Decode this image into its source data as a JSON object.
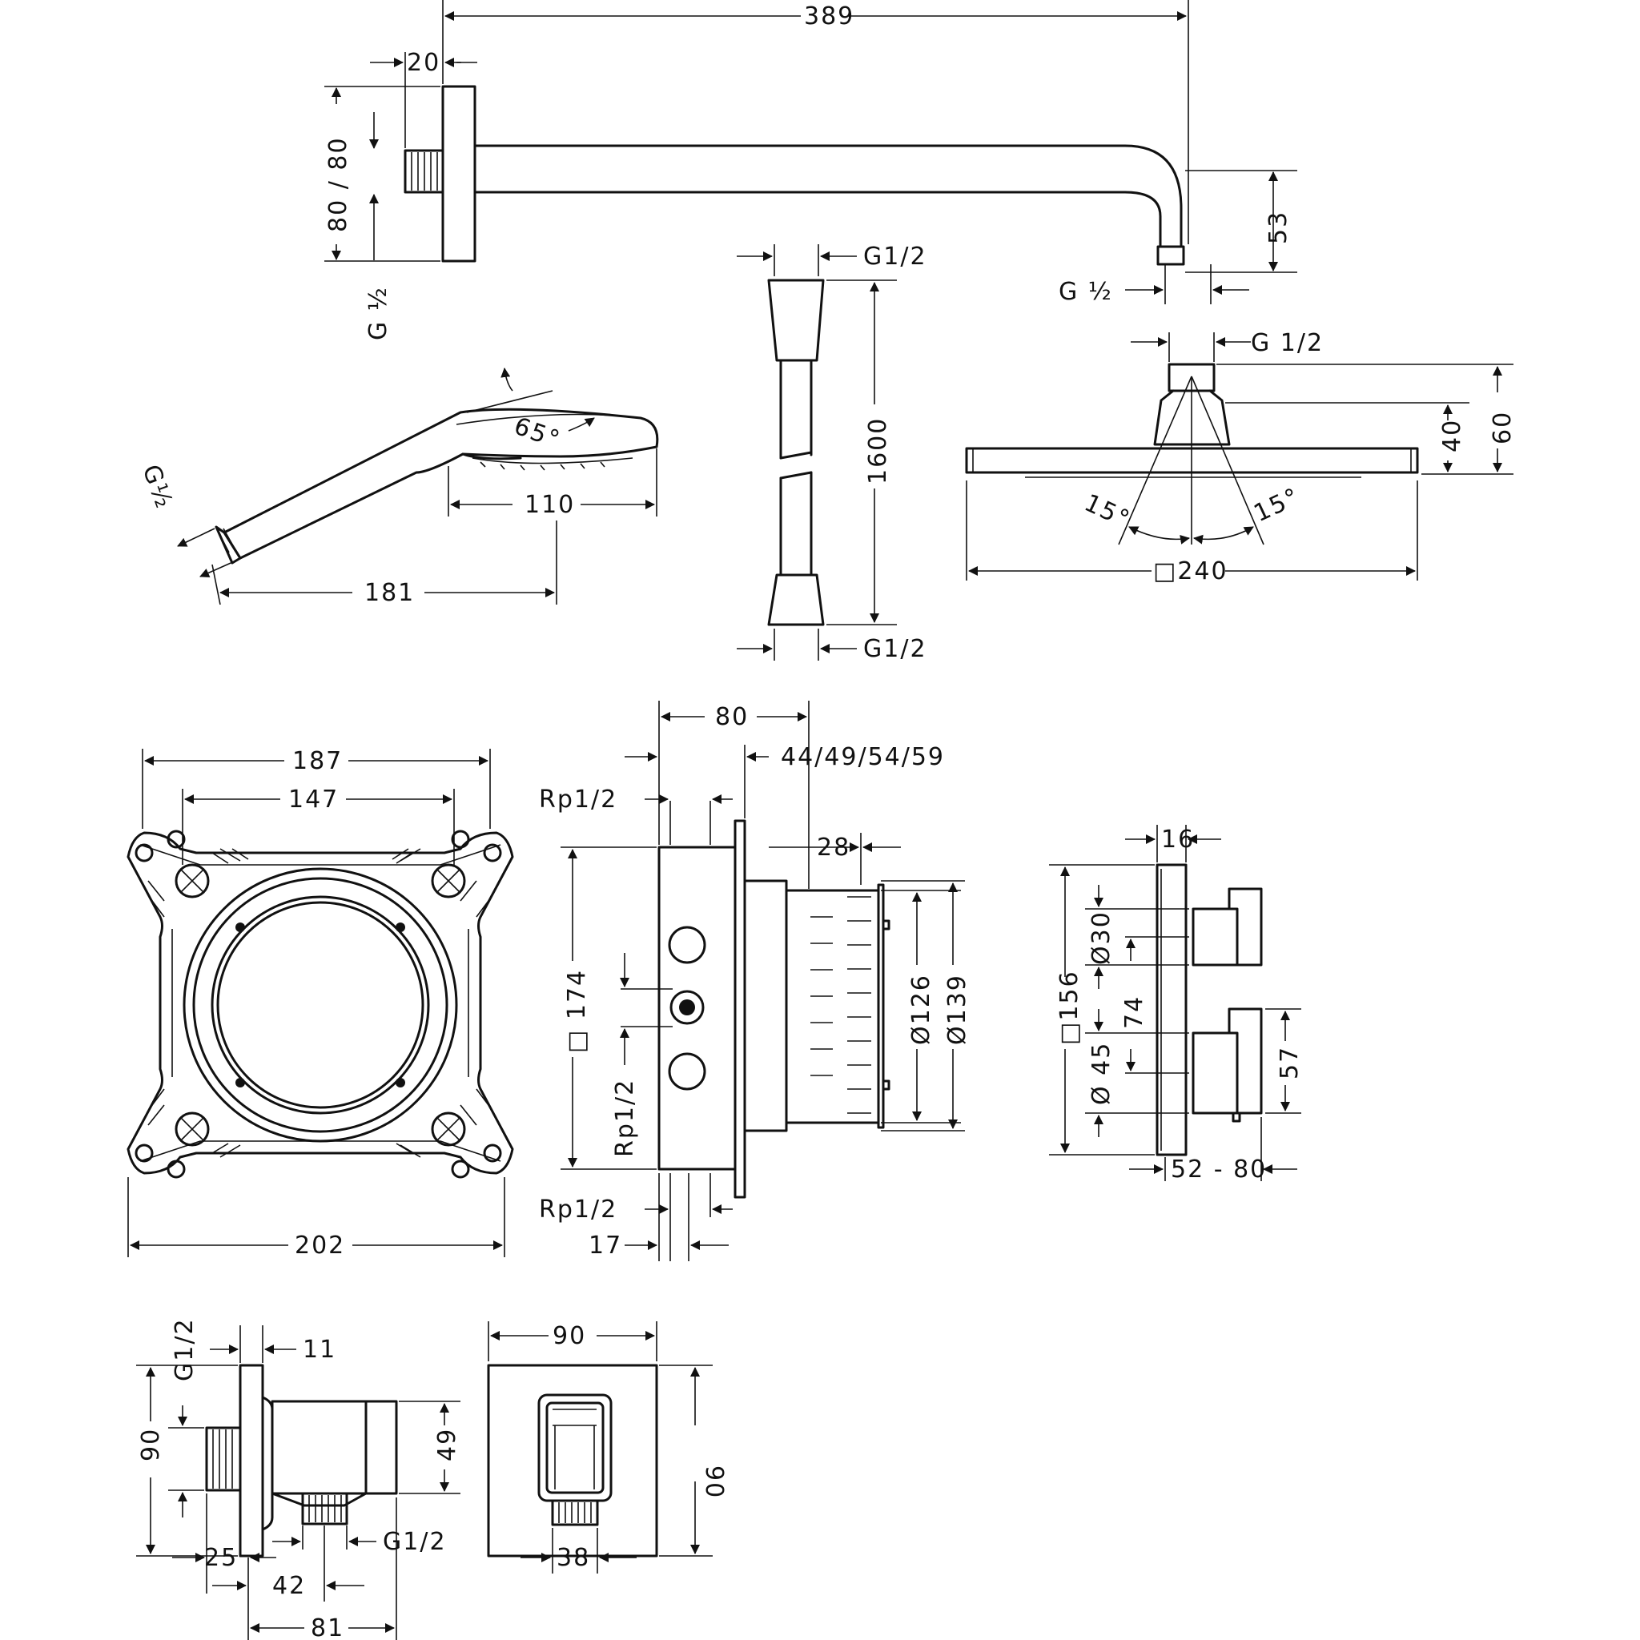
{
  "arm": {
    "length": "389",
    "flange": "20",
    "height": "80 / 80",
    "drop": "53",
    "thread_left": "G ½",
    "thread_right": "G ½"
  },
  "hose": {
    "thread_top": "G1/2",
    "thread_bottom": "G1/2",
    "length": "1600"
  },
  "overhead_shower": {
    "thread": "G 1/2",
    "height_total": "60",
    "height_body": "40",
    "angle_left": "15°",
    "angle_right": "15°",
    "size": "□240"
  },
  "hand_shower": {
    "thread": "G½",
    "angle": "65°",
    "head_length": "110",
    "total_length": "181"
  },
  "mounting_plate": {
    "outer": "187",
    "inner": "147",
    "base": "202"
  },
  "ibox": {
    "depth": "80",
    "wall_range": "44/49/54/59",
    "inlet_top": "Rp1/2",
    "inlet_side": "Rp1/2",
    "outlet_bottom": "Rp1/2",
    "depth_min": "28",
    "square": "□ 174",
    "dia_inner": "Ø126",
    "dia_outer": "Ø139",
    "offset": "17"
  },
  "thermostat": {
    "plate_depth": "16",
    "square": "□156",
    "dia_small": "Ø30",
    "dia_large": "Ø 45",
    "spacing": "74",
    "handle": "57",
    "projection": "52 - 80"
  },
  "wall_outlet": {
    "thread_side": "G1/2",
    "plate": "11",
    "height": "90",
    "body": "49",
    "thread_bottom": "G1/2",
    "offset1": "25",
    "offset2": "42",
    "depth": "81"
  },
  "wall_outlet_front": {
    "width": "90",
    "height": "90",
    "connector": "38"
  }
}
